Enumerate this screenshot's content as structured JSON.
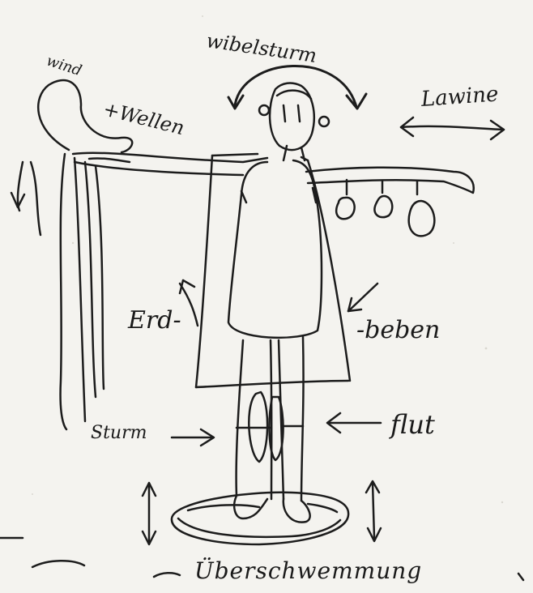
{
  "labels": {
    "wirbelsturm": "wibelsturm",
    "wind": "wind",
    "wellen": "+Wellen",
    "lawine": "Lawine",
    "erd": "Erd-",
    "beben": "-beben",
    "sturm": "Sturm",
    "flut": "flut",
    "ueberschwemmung": "Überschwemmung"
  }
}
